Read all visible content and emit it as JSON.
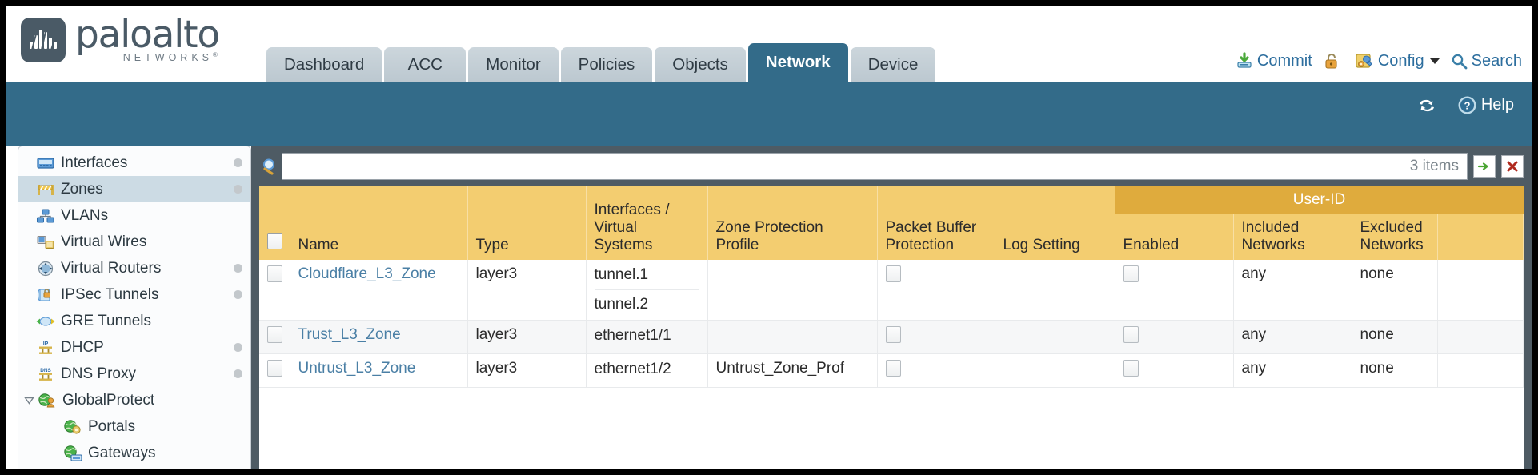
{
  "brand": {
    "name": "paloalto",
    "tagline": "NETWORKS",
    "registered": "®"
  },
  "nav": {
    "tabs": [
      {
        "label": "Dashboard",
        "active": false
      },
      {
        "label": "ACC",
        "active": false
      },
      {
        "label": "Monitor",
        "active": false
      },
      {
        "label": "Policies",
        "active": false
      },
      {
        "label": "Objects",
        "active": false
      },
      {
        "label": "Network",
        "active": true
      },
      {
        "label": "Device",
        "active": false
      }
    ]
  },
  "top_actions": {
    "commit": "Commit",
    "lock_icon": "padlock-icon",
    "config": "Config",
    "search": "Search"
  },
  "band": {
    "refresh_icon": "refresh-icon",
    "help": "Help"
  },
  "sidebar": {
    "items": [
      {
        "label": "Interfaces",
        "icon": "interfaces-icon",
        "dot": true,
        "child": false,
        "selected": false,
        "twisty": ""
      },
      {
        "label": "Zones",
        "icon": "zones-icon",
        "dot": true,
        "child": false,
        "selected": true,
        "twisty": ""
      },
      {
        "label": "VLANs",
        "icon": "vlans-icon",
        "dot": false,
        "child": false,
        "selected": false,
        "twisty": ""
      },
      {
        "label": "Virtual Wires",
        "icon": "virtual-wires-icon",
        "dot": false,
        "child": false,
        "selected": false,
        "twisty": ""
      },
      {
        "label": "Virtual Routers",
        "icon": "virtual-routers-icon",
        "dot": true,
        "child": false,
        "selected": false,
        "twisty": ""
      },
      {
        "label": "IPSec Tunnels",
        "icon": "ipsec-tunnels-icon",
        "dot": true,
        "child": false,
        "selected": false,
        "twisty": ""
      },
      {
        "label": "GRE Tunnels",
        "icon": "gre-tunnels-icon",
        "dot": false,
        "child": false,
        "selected": false,
        "twisty": ""
      },
      {
        "label": "DHCP",
        "icon": "dhcp-icon",
        "dot": true,
        "child": false,
        "selected": false,
        "twisty": ""
      },
      {
        "label": "DNS Proxy",
        "icon": "dns-proxy-icon",
        "dot": true,
        "child": false,
        "selected": false,
        "twisty": ""
      },
      {
        "label": "GlobalProtect",
        "icon": "globalprotect-icon",
        "dot": false,
        "child": false,
        "selected": false,
        "twisty": "expanded"
      },
      {
        "label": "Portals",
        "icon": "portals-icon",
        "dot": false,
        "child": true,
        "selected": false,
        "twisty": ""
      },
      {
        "label": "Gateways",
        "icon": "gateways-icon",
        "dot": false,
        "child": true,
        "selected": false,
        "twisty": ""
      }
    ]
  },
  "search": {
    "value": "",
    "placeholder": "",
    "item_count": "3 items",
    "apply_icon": "green-arrow-icon",
    "clear_icon": "red-x-icon"
  },
  "table": {
    "group_header": "User-ID",
    "columns": [
      "Name",
      "Type",
      "Interfaces / Virtual Systems",
      "Zone Protection Profile",
      "Packet Buffer Protection",
      "Log Setting",
      "Enabled",
      "Included Networks",
      "Excluded Networks"
    ],
    "rows": [
      {
        "selected": false,
        "name": "Cloudflare_L3_Zone",
        "type": "layer3",
        "interfaces": [
          "tunnel.1",
          "tunnel.2"
        ],
        "zone_protection_profile": "",
        "packet_buffer_protection": false,
        "log_setting": "",
        "user_id_enabled": false,
        "included_networks": "any",
        "excluded_networks": "none"
      },
      {
        "selected": false,
        "name": "Trust_L3_Zone",
        "type": "layer3",
        "interfaces": [
          "ethernet1/1"
        ],
        "zone_protection_profile": "",
        "packet_buffer_protection": false,
        "log_setting": "",
        "user_id_enabled": false,
        "included_networks": "any",
        "excluded_networks": "none"
      },
      {
        "selected": false,
        "name": "Untrust_L3_Zone",
        "type": "layer3",
        "interfaces": [
          "ethernet1/2"
        ],
        "zone_protection_profile": "Untrust_Zone_Prof",
        "packet_buffer_protection": false,
        "log_setting": "",
        "user_id_enabled": false,
        "included_networks": "any",
        "excluded_networks": "none"
      }
    ]
  },
  "colors": {
    "brand_blue": "#336b89",
    "table_header_gold": "#f3cd70",
    "group_header_gold": "#dfab3d",
    "link_blue": "#4a7fa5",
    "panel_gray": "#4e5b64"
  }
}
